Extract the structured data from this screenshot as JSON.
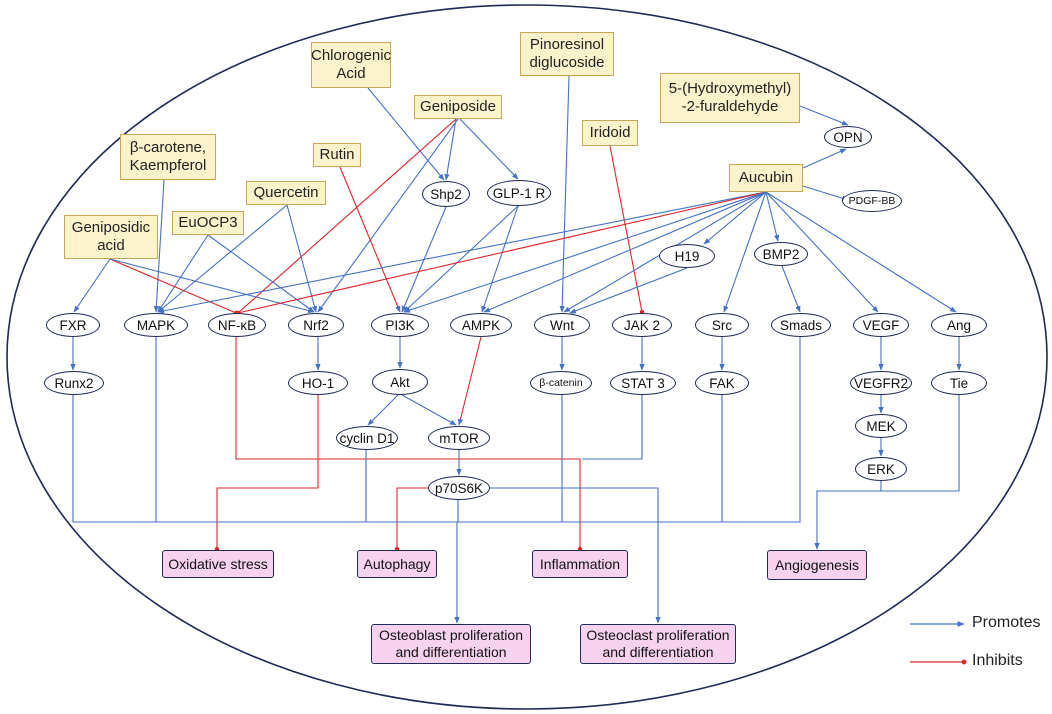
{
  "colors": {
    "promotes": "#4472c4",
    "inhibits": "#e0262b",
    "compound_fill": "#fbf3cc",
    "outcome_fill": "#f6d2ee",
    "node_border": "#1f2a55"
  },
  "compounds": {
    "chlorogenic_acid": "Chlorogenic\nAcid",
    "pinoresinol": "Pinoresinol\ndiglucoside",
    "hmf": "5-(Hydroxymethyl)\n-2-furaldehyde",
    "geniposide": "Geniposide",
    "iridoid": "Iridoid",
    "rutin": "Rutin",
    "carotene": "β-carotene,\nKaempferol",
    "quercetin": "Quercetin",
    "aucubin": "Aucubin",
    "euocp3": "EuOCP3",
    "geniposidic": "Geniposidic\nacid"
  },
  "nodes": {
    "opn": "OPN",
    "pdgf": "PDGF-BB",
    "shp2": "Shp2",
    "glp1r": "GLP-1 R",
    "h19": "H19",
    "bmp2": "BMP2",
    "fxr": "FXR",
    "mapk": "MAPK",
    "nfkb": "NF-κB",
    "nrf2": "Nrf2",
    "pi3k": "PI3K",
    "ampk": "AMPK",
    "wnt": "Wnt",
    "jak2": "JAK 2",
    "src": "Src",
    "smads": "Smads",
    "vegf": "VEGF",
    "ang": "Ang",
    "runx2": "Runx2",
    "ho1": "HO-1",
    "akt": "Akt",
    "bcat": "β-catenin",
    "stat3": "STAT 3",
    "fak": "FAK",
    "vegfr2": "VEGFR2",
    "tie": "Tie",
    "cyclin": "cyclin D1",
    "mtor": "mTOR",
    "mek": "MEK",
    "erk": "ERK",
    "p70": "p70S6K"
  },
  "outcomes": {
    "oxidative": "Oxidative stress",
    "autophagy": "Autophagy",
    "inflammation": "Inflammation",
    "angiogenesis": "Angiogenesis",
    "osteoblast": "Osteoblast proliferation\nand differentiation",
    "osteoclast": "Osteoclast proliferation\nand differentiation"
  },
  "legend": {
    "promotes": "Promotes",
    "inhibits": "Inhibits"
  }
}
